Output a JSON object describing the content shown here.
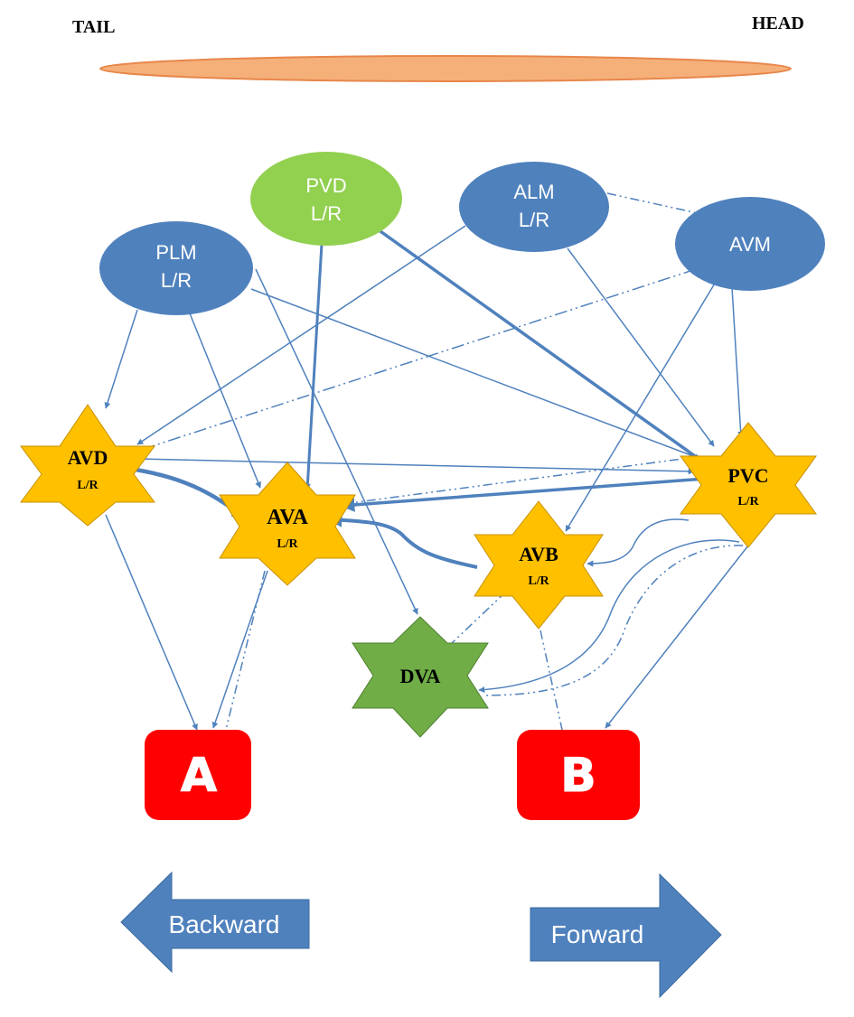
{
  "header": {
    "tail_label": "TAIL",
    "head_label": "HEAD"
  },
  "colors": {
    "sensory": "#4f81bd",
    "sensory_alt": "#92d050",
    "interneuron": "#ffc000",
    "motor": "#ff0000",
    "edge": "#4f81bd",
    "body": "#f5b07a",
    "body_stroke": "#e8864a"
  },
  "sensory_neurons": [
    {
      "id": "PLM",
      "line1": "PLM",
      "line2": "L/R"
    },
    {
      "id": "PVD",
      "line1": "PVD",
      "line2": "L/R"
    },
    {
      "id": "ALM",
      "line1": "ALM",
      "line2": "L/R"
    },
    {
      "id": "AVM",
      "line1": "AVM",
      "line2": ""
    }
  ],
  "interneurons": [
    {
      "id": "AVD",
      "line1": "AVD",
      "line2": "L/R"
    },
    {
      "id": "AVA",
      "line1": "AVA",
      "line2": "L/R"
    },
    {
      "id": "AVB",
      "line1": "AVB",
      "line2": "L/R"
    },
    {
      "id": "PVC",
      "line1": "PVC",
      "line2": "L/R"
    },
    {
      "id": "DVA",
      "line1": "DVA",
      "line2": ""
    }
  ],
  "motor_blocks": [
    {
      "id": "A",
      "label": "A"
    },
    {
      "id": "B",
      "label": "B"
    }
  ],
  "directions": {
    "backward": "Backward",
    "forward": "Forward"
  }
}
